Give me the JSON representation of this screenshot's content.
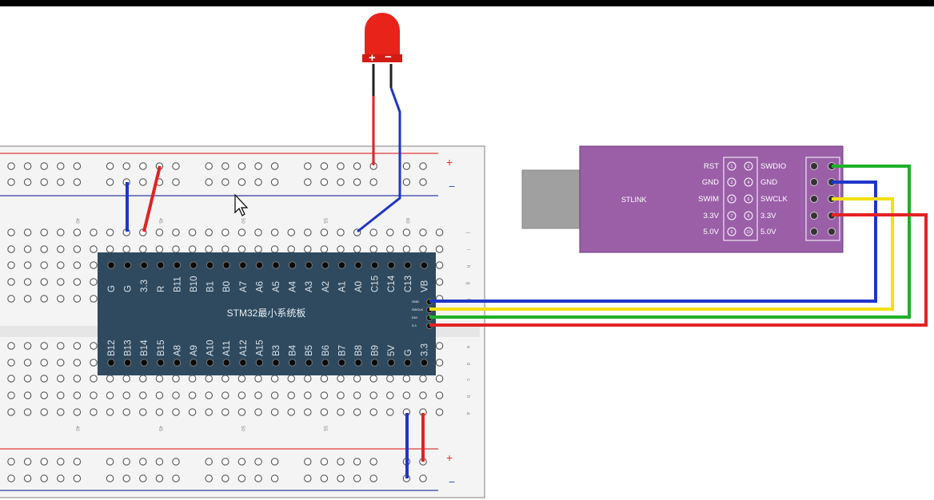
{
  "colors": {
    "rail_red": "#e03a3a",
    "rail_blue": "#2e3f9e",
    "board": "#2f4a5f",
    "stlink": "#9b5fa8",
    "wire_blue": "#1f35c9",
    "wire_red": "#e22222",
    "wire_green": "#1fb02a",
    "wire_yellow": "#f2e012",
    "led": "#e8231a"
  },
  "breadboard": {
    "rail_plus": "+",
    "rail_minus": "−",
    "row_letters_top": [
      "j",
      "i",
      "h",
      "g",
      "f"
    ],
    "row_letters_bottom": [
      "e",
      "d",
      "c",
      "b",
      "a"
    ],
    "column_numbers": [
      "40",
      "45",
      "50",
      "55",
      "60"
    ]
  },
  "led": {
    "plus": "+",
    "minus": "−"
  },
  "stm32": {
    "title": "STM32最小系统板",
    "top_pins": [
      "G",
      "G",
      "3.3",
      "R",
      "B11",
      "B10",
      "B1",
      "B0",
      "A7",
      "A6",
      "A5",
      "A4",
      "A3",
      "A2",
      "A1",
      "A0",
      "C15",
      "C14",
      "C13",
      "VB"
    ],
    "bottom_pins": [
      "B12",
      "B13",
      "B14",
      "B15",
      "A8",
      "A9",
      "A10",
      "A11",
      "A12",
      "A15",
      "B3",
      "B4",
      "B5",
      "B6",
      "B7",
      "B8",
      "B9",
      "5V",
      "G",
      "3.3"
    ],
    "side_pins": [
      "GND",
      "SWCLK",
      "DIO",
      "3.3"
    ]
  },
  "stlink": {
    "name": "STLINK",
    "left_labels": [
      "RST",
      "GND",
      "SWIM",
      "3.3V",
      "5.0V"
    ],
    "right_labels": [
      "SWDIO",
      "GND",
      "SWCLK",
      "3.3V",
      "5.0V"
    ],
    "pin_numbers_left": [
      "1",
      "3",
      "5",
      "7",
      "9"
    ],
    "pin_numbers_right": [
      "2",
      "4",
      "6",
      "8",
      "10"
    ]
  }
}
